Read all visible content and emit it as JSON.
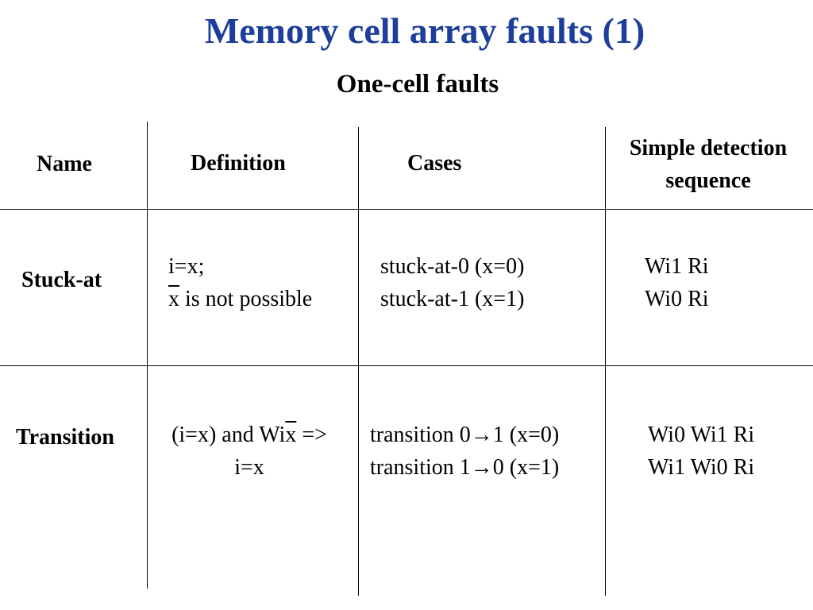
{
  "slide": {
    "title": "Memory cell array faults (1)",
    "subtitle": "One-cell faults"
  },
  "columns": [
    "Name",
    "Definition",
    "Cases",
    "Simple detection sequence"
  ],
  "header": {
    "name": "Name",
    "definition": "Definition",
    "cases": "Cases",
    "detection_line1": "Simple detection",
    "detection_line2": "sequence"
  },
  "rows": [
    {
      "name": "Stuck-at",
      "definition_line1": "i=x;",
      "definition_line2_overlined": "x",
      "definition_line2_rest": " is not possible",
      "cases": [
        "stuck-at-0 (x=0)",
        "stuck-at-1 (x=1)"
      ],
      "detection": [
        "Wi1 Ri",
        "Wi0 Ri"
      ]
    },
    {
      "name": "Transition",
      "definition_line1_prefix": "(i=x) and Wi",
      "definition_line1_overlined": "x",
      "definition_line1_suffix": " =>",
      "definition_line2": "i=x",
      "cases": [
        {
          "prefix": "transition 0",
          "arrow": "→",
          "suffix": "1 (x=0)"
        },
        {
          "prefix": "transition 1",
          "arrow": "→",
          "suffix": "0 (x=1)"
        }
      ],
      "detection": [
        "Wi0 Wi1 Ri",
        "Wi1 Wi0 Ri"
      ]
    }
  ],
  "colors": {
    "title": "#1d3f9b",
    "text": "#000000",
    "lines": "#000000"
  }
}
